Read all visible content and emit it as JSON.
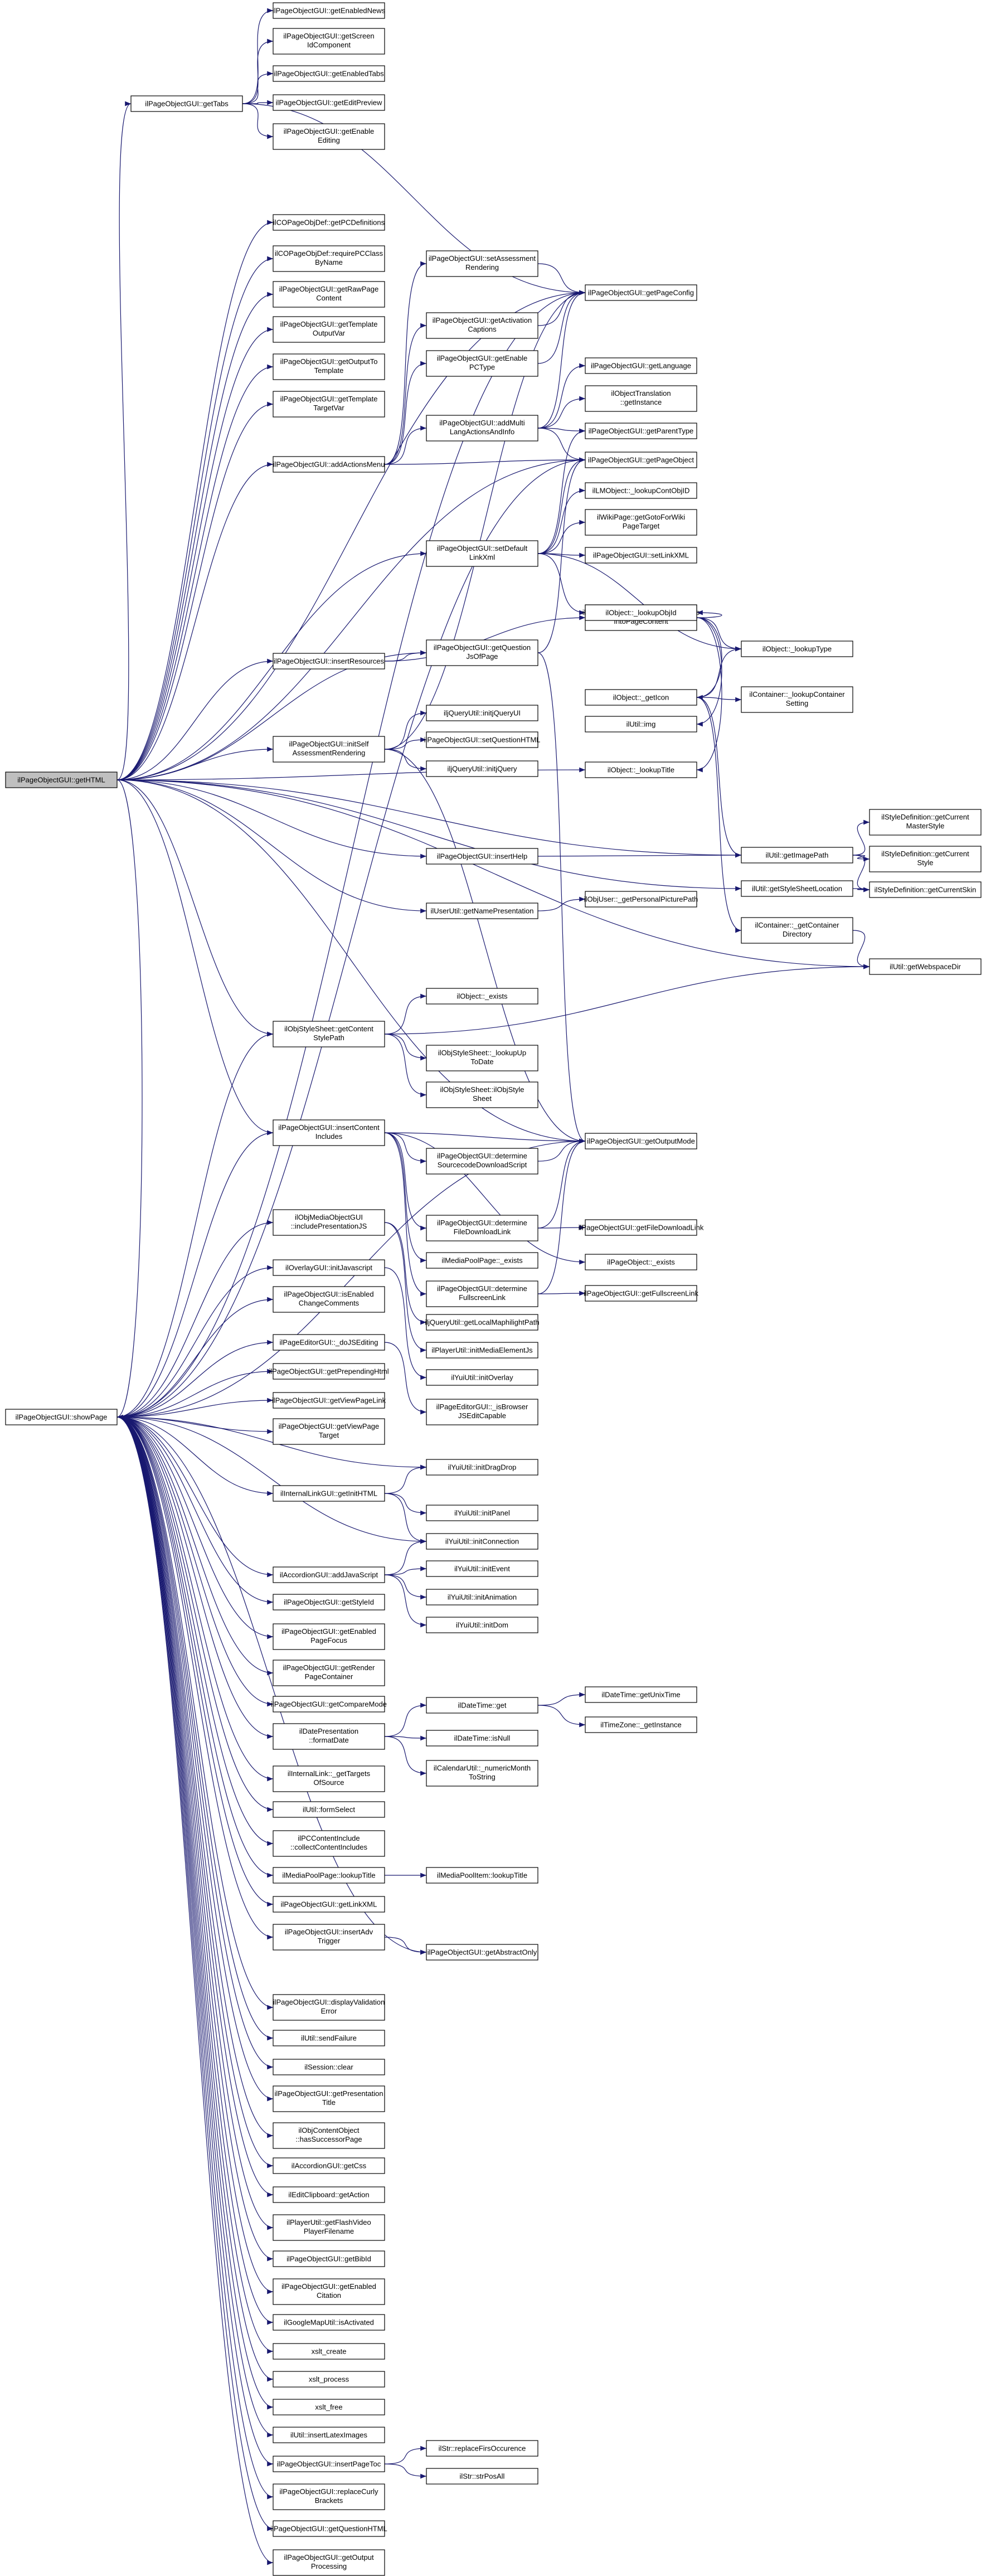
{
  "diagram": {
    "arrow_color": "#191970",
    "root_fill": "#bfbfbf",
    "node_fill": "#ffffff",
    "nodes": [
      {
        "id": "root",
        "lines": [
          "ilPageObjectGUI::getHTML"
        ]
      },
      {
        "id": "getTabs",
        "lines": [
          "ilPageObjectGUI::getTabs"
        ]
      },
      {
        "id": "getEnabledNews",
        "lines": [
          "ilPageObjectGUI::getEnabledNews"
        ]
      },
      {
        "id": "getViewScreenIdComponent",
        "lines": [
          "ilPageObjectGUI::getScreen",
          "IdComponent"
        ]
      },
      {
        "id": "getEnabledTabs",
        "lines": [
          "ilPageObjectGUI::getEnabledTabs"
        ]
      },
      {
        "id": "getEditPreview",
        "lines": [
          "ilPageObjectGUI::getEditPreview"
        ]
      },
      {
        "id": "getEnableEditing",
        "lines": [
          "ilPageObjectGUI::getEnable",
          "Editing"
        ]
      },
      {
        "id": "getPCDefinitions",
        "lines": [
          "ilCOPageObjDef::getPCDefinitions"
        ]
      },
      {
        "id": "requirePCClass",
        "lines": [
          "ilCOPageObjDef::requirePCClass",
          "ByName"
        ]
      },
      {
        "id": "getRawPageContent",
        "lines": [
          "ilPageObjectGUI::getRawPage",
          "Content"
        ]
      },
      {
        "id": "getTemplateOutputVar",
        "lines": [
          "ilPageObjectGUI::getTemplate",
          "OutputVar"
        ]
      },
      {
        "id": "getOutputToTemplate",
        "lines": [
          "ilPageObjectGUI::getOutputTo",
          "Template"
        ]
      },
      {
        "id": "getTemplateTargetVar",
        "lines": [
          "ilPageObjectGUI::getTemplate",
          "TargetVar"
        ]
      },
      {
        "id": "addActionsMenu",
        "lines": [
          "ilPageObjectGUI::addActionsMenu"
        ]
      },
      {
        "id": "insertResources",
        "lines": [
          "ilPageObjectGUI::insertResources"
        ]
      },
      {
        "id": "initSelfAssessment",
        "lines": [
          "ilPageObjectGUI::initSelf",
          "AssessmentRendering"
        ]
      },
      {
        "id": "insertHelp",
        "lines": [
          "ilPageObjectGUI::insertHelp"
        ]
      },
      {
        "id": "getNamePresentation",
        "lines": [
          "ilUserUtil::getNamePresentation"
        ]
      },
      {
        "id": "getContentStylePath",
        "lines": [
          "ilObjStyleSheet::getContent",
          "StylePath"
        ]
      },
      {
        "id": "insertContentIncludes",
        "lines": [
          "ilPageObjectGUI::insertContent",
          "Includes"
        ]
      },
      {
        "id": "includePresentationJS",
        "lines": [
          "ilObjMediaObjectGUI",
          "::includePresentationJS"
        ]
      },
      {
        "id": "initJavascript",
        "lines": [
          "ilOverlayGUI::initJavascript"
        ]
      },
      {
        "id": "isEnabledChangeComments",
        "lines": [
          "ilPageObjectGUI::isEnabled",
          "ChangeComments"
        ]
      },
      {
        "id": "doJSEditing",
        "lines": [
          "ilPageEditorGUI::_doJSEditing"
        ]
      },
      {
        "id": "getPrependingHtml",
        "lines": [
          "ilPageObjectGUI::getPrependingHtml"
        ]
      },
      {
        "id": "getViewPageLink",
        "lines": [
          "ilPageObjectGUI::getViewPageLink"
        ]
      },
      {
        "id": "getViewPageTarget",
        "lines": [
          "ilPageObjectGUI::getViewPage",
          "Target"
        ]
      },
      {
        "id": "showPage",
        "lines": [
          "ilPageObjectGUI::showPage"
        ]
      },
      {
        "id": "getInitHTML",
        "lines": [
          "ilInternalLinkGUI::getInitHTML"
        ]
      },
      {
        "id": "addJavaScript",
        "lines": [
          "ilAccordionGUI::addJavaScript"
        ]
      },
      {
        "id": "getStyleId",
        "lines": [
          "ilPageObjectGUI::getStyleId"
        ]
      },
      {
        "id": "getEnabledPageFocus",
        "lines": [
          "ilPageObjectGUI::getEnabled",
          "PageFocus"
        ]
      },
      {
        "id": "getRenderPageContainer",
        "lines": [
          "ilPageObjectGUI::getRender",
          "PageContainer"
        ]
      },
      {
        "id": "getCompareMode",
        "lines": [
          "ilPageObjectGUI::getCompareMode"
        ]
      },
      {
        "id": "formatDate",
        "lines": [
          "ilDatePresentation",
          "::formatDate"
        ]
      },
      {
        "id": "getTargetsOfSource",
        "lines": [
          "ilInternalLink::_getTargets",
          "OfSource"
        ]
      },
      {
        "id": "formSelect",
        "lines": [
          "ilUtil::formSelect"
        ]
      },
      {
        "id": "collectContentIncludes",
        "lines": [
          "ilPCContentInclude",
          "::collectContentIncludes"
        ]
      },
      {
        "id": "mediaPoolLookupTitle",
        "lines": [
          "ilMediaPoolPage::lookupTitle"
        ]
      },
      {
        "id": "getLinkXML",
        "lines": [
          "ilPageObjectGUI::getLinkXML"
        ]
      },
      {
        "id": "insertAdvTrigger",
        "lines": [
          "ilPageObjectGUI::insertAdv",
          "Trigger"
        ]
      },
      {
        "id": "displayValidationError",
        "lines": [
          "ilPageObjectGUI::displayValidation",
          "Error"
        ]
      },
      {
        "id": "sendFailure",
        "lines": [
          "ilUtil::sendFailure"
        ]
      },
      {
        "id": "sessionClear",
        "lines": [
          "ilSession::clear"
        ]
      },
      {
        "id": "getPresentationTitle",
        "lines": [
          "ilPageObjectGUI::getPresentation",
          "Title"
        ]
      },
      {
        "id": "hasSuccessorPage",
        "lines": [
          "ilObjContentObject",
          "::hasSuccessorPage"
        ]
      },
      {
        "id": "accordionGetCss",
        "lines": [
          "ilAccordionGUI::getCss"
        ]
      },
      {
        "id": "getAction",
        "lines": [
          "ilEditClipboard::getAction"
        ]
      },
      {
        "id": "getFlashVideoPlayerFilename",
        "lines": [
          "ilPlayerUtil::getFlashVideo",
          "PlayerFilename"
        ]
      },
      {
        "id": "getBibId",
        "lines": [
          "ilPageObjectGUI::getBibId"
        ]
      },
      {
        "id": "getEnabledCitation",
        "lines": [
          "ilPageObjectGUI::getEnabled",
          "Citation"
        ]
      },
      {
        "id": "isActivated",
        "lines": [
          "ilGoogleMapUtil::isActivated"
        ]
      },
      {
        "id": "xsltCreate",
        "lines": [
          "xslt_create"
        ]
      },
      {
        "id": "xsltProcess",
        "lines": [
          "xslt_process"
        ]
      },
      {
        "id": "xsltFree",
        "lines": [
          "xslt_free"
        ]
      },
      {
        "id": "insertLatexImages",
        "lines": [
          "ilUtil::insertLatexImages"
        ]
      },
      {
        "id": "insertPageToc",
        "lines": [
          "ilPageObjectGUI::insertPageToc"
        ]
      },
      {
        "id": "replaceCurlyBrackets",
        "lines": [
          "ilPageObjectGUI::replaceCurly",
          "Brackets"
        ]
      },
      {
        "id": "getQuestionHTML",
        "lines": [
          "ilPageObjectGUI::getQuestionHTML"
        ]
      },
      {
        "id": "getOutputProcessing",
        "lines": [
          "ilPageObjectGUI::getOutput",
          "Processing"
        ]
      },
      {
        "id": "setAssessmentRendering",
        "lines": [
          "ilPageObjectGUI::setAssessment",
          "Rendering"
        ]
      },
      {
        "id": "getActivationCaptions",
        "lines": [
          "ilPageObjectGUI::getActivation",
          "Captions"
        ]
      },
      {
        "id": "getEnablePCType",
        "lines": [
          "ilPageObjectGUI::getEnable",
          "PCType"
        ]
      },
      {
        "id": "addMultiLang",
        "lines": [
          "ilPageObjectGUI::addMulti",
          "LangActionsAndInfo"
        ]
      },
      {
        "id": "setDefaultLinkXml",
        "lines": [
          "ilPageObjectGUI::setDefault",
          "LinkXml"
        ]
      },
      {
        "id": "insertResourcesIntoPageContent",
        "lines": [
          "ilPCResourcesGUI::insertResources",
          "IntoPageContent"
        ]
      },
      {
        "id": "getQuestionJsOfPage",
        "lines": [
          "ilPageObjectGUI::getQuestion",
          "JsOfPage"
        ]
      },
      {
        "id": "initjQueryUI",
        "lines": [
          "iljQueryUtil::initjQueryUI"
        ]
      },
      {
        "id": "setQuestionHTML",
        "lines": [
          "ilPageObjectGUI::setQuestionHTML"
        ]
      },
      {
        "id": "initjQuery",
        "lines": [
          "iljQueryUtil::initjQuery"
        ]
      },
      {
        "id": "getPageConfig",
        "lines": [
          "ilPageObjectGUI::getPageConfig"
        ]
      },
      {
        "id": "getLanguage",
        "lines": [
          "ilPageObjectGUI::getLanguage"
        ]
      },
      {
        "id": "translationGetInstance",
        "lines": [
          "ilObjectTranslation",
          "::getInstance"
        ]
      },
      {
        "id": "getParentType",
        "lines": [
          "ilPageObjectGUI::getParentType"
        ]
      },
      {
        "id": "getPageObject",
        "lines": [
          "ilPageObjectGUI::getPageObject"
        ]
      },
      {
        "id": "lookupContObjID",
        "lines": [
          "ilLMObject::_lookupContObjID"
        ]
      },
      {
        "id": "getGotoForWikiPageTarget",
        "lines": [
          "ilWikiPage::getGotoForWiki",
          "PageTarget"
        ]
      },
      {
        "id": "setLinkXML",
        "lines": [
          "ilPageObjectGUI::setLinkXML"
        ]
      },
      {
        "id": "lookupObjId",
        "lines": [
          "ilObject::_lookupObjId"
        ]
      },
      {
        "id": "lookupType",
        "lines": [
          "ilObject::_lookupType"
        ]
      },
      {
        "id": "getIcon",
        "lines": [
          "ilObject::_getIcon"
        ]
      },
      {
        "id": "lookupContainerSetting",
        "lines": [
          "ilContainer::_lookupContainer",
          "Setting"
        ]
      },
      {
        "id": "utilImg",
        "lines": [
          "ilUtil::img"
        ]
      },
      {
        "id": "lookupTitle",
        "lines": [
          "ilObject::_lookupTitle"
        ]
      },
      {
        "id": "getImagePath",
        "lines": [
          "ilUtil::getImagePath"
        ]
      },
      {
        "id": "getStyleSheetLocation",
        "lines": [
          "ilUtil::getStyleSheetLocation"
        ]
      },
      {
        "id": "getContainerDirectory",
        "lines": [
          "ilContainer::_getContainer",
          "Directory"
        ]
      },
      {
        "id": "getPersonalPicturePath",
        "lines": [
          "ilObjUser::_getPersonalPicturePath"
        ]
      },
      {
        "id": "getCurrentMasterStyle",
        "lines": [
          "ilStyleDefinition::getCurrent",
          "MasterStyle"
        ]
      },
      {
        "id": "getCurrentStyle",
        "lines": [
          "ilStyleDefinition::getCurrent",
          "Style"
        ]
      },
      {
        "id": "getCurrentSkin",
        "lines": [
          "ilStyleDefinition::getCurrentSkin"
        ]
      },
      {
        "id": "getWebspaceDir",
        "lines": [
          "ilUtil::getWebspaceDir"
        ]
      },
      {
        "id": "objectExists",
        "lines": [
          "ilObject::_exists"
        ]
      },
      {
        "id": "lookupUpToDate",
        "lines": [
          "ilObjStyleSheet::_lookupUp",
          "ToDate"
        ]
      },
      {
        "id": "objStyleSheet",
        "lines": [
          "ilObjStyleSheet::ilObjStyle",
          "Sheet"
        ]
      },
      {
        "id": "getOutputMode",
        "lines": [
          "ilPageObjectGUI::getOutputMode"
        ]
      },
      {
        "id": "determineSourcecodeDownloadScript",
        "lines": [
          "ilPageObjectGUI::determine",
          "SourcecodeDownloadScript"
        ]
      },
      {
        "id": "determineFileDownloadLink",
        "lines": [
          "ilPageObjectGUI::determine",
          "FileDownloadLink"
        ]
      },
      {
        "id": "getFileDownloadLink",
        "lines": [
          "ilPageObjectGUI::getFileDownloadLink"
        ]
      },
      {
        "id": "mediaPoolPageExists",
        "lines": [
          "ilMediaPoolPage::_exists"
        ]
      },
      {
        "id": "pageObjectExists",
        "lines": [
          "ilPageObject::_exists"
        ]
      },
      {
        "id": "determineFullscreenLink",
        "lines": [
          "ilPageObjectGUI::determine",
          "FullscreenLink"
        ]
      },
      {
        "id": "getFullscreenLink",
        "lines": [
          "ilPageObjectGUI::getFullscreenLink"
        ]
      },
      {
        "id": "getLocalMaphilightPath",
        "lines": [
          "iljQueryUtil::getLocalMaphilightPath"
        ]
      },
      {
        "id": "initMediaElementJs",
        "lines": [
          "ilPlayerUtil::initMediaElementJs"
        ]
      },
      {
        "id": "yuiInitOverlay",
        "lines": [
          "ilYuiUtil::initOverlay"
        ]
      },
      {
        "id": "isBrowserJSEditCapable",
        "lines": [
          "ilPageEditorGUI::_isBrowser",
          "JSEditCapable"
        ]
      },
      {
        "id": "yuiInitDragDrop",
        "lines": [
          "ilYuiUtil::initDragDrop"
        ]
      },
      {
        "id": "yuiInitPanel",
        "lines": [
          "ilYuiUtil::initPanel"
        ]
      },
      {
        "id": "yuiInitConnection",
        "lines": [
          "ilYuiUtil::initConnection"
        ]
      },
      {
        "id": "yuiInitEvent",
        "lines": [
          "ilYuiUtil::initEvent"
        ]
      },
      {
        "id": "yuiInitAnimation",
        "lines": [
          "ilYuiUtil::initAnimation"
        ]
      },
      {
        "id": "yuiInitDom",
        "lines": [
          "ilYuiUtil::initDom"
        ]
      },
      {
        "id": "dateTimeGet",
        "lines": [
          "ilDateTime::get"
        ]
      },
      {
        "id": "dateTimeIsNull",
        "lines": [
          "ilDateTime::isNull"
        ]
      },
      {
        "id": "numericMonthToString",
        "lines": [
          "ilCalendarUtil::_numericMonth",
          "ToString"
        ]
      },
      {
        "id": "getUnixTime",
        "lines": [
          "ilDateTime::getUnixTime"
        ]
      },
      {
        "id": "timeZoneGetInstance",
        "lines": [
          "ilTimeZone::_getInstance"
        ]
      },
      {
        "id": "mediaPoolItemLookupTitle",
        "lines": [
          "ilMediaPoolItem::lookupTitle"
        ]
      },
      {
        "id": "getAbstractOnly",
        "lines": [
          "ilPageObjectGUI::getAbstractOnly"
        ]
      },
      {
        "id": "strReplaceFirstOccurence",
        "lines": [
          "ilStr::replaceFirsOccurence"
        ]
      },
      {
        "id": "strPosAll",
        "lines": [
          "ilStr::strPosAll"
        ]
      }
    ]
  }
}
